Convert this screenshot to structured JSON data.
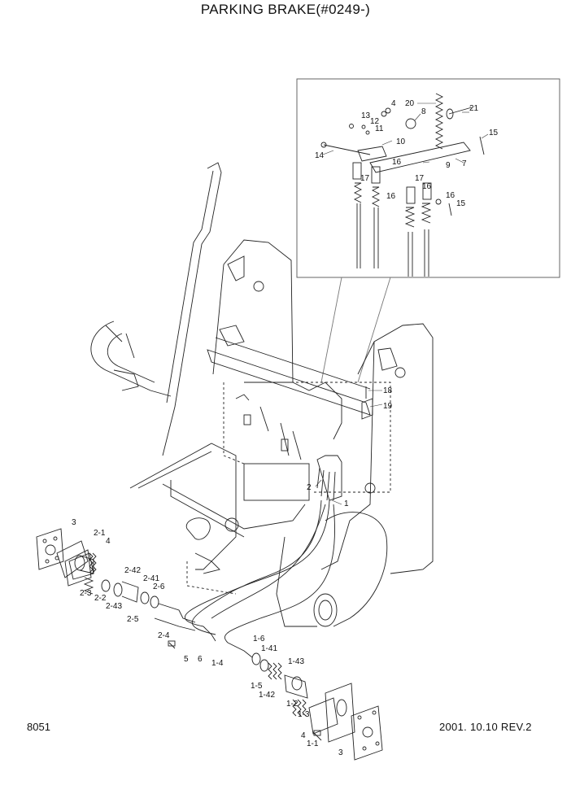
{
  "header": {
    "title": "PARKING BRAKE(#0249-)"
  },
  "footer": {
    "page_code": "8051",
    "revision": "2001. 10.10  REV.2"
  },
  "callouts": {
    "c1": "1",
    "c2": "2",
    "c3a": "3",
    "c3b": "3",
    "c4a": "4",
    "c4b": "4",
    "c4c": "4",
    "c5": "5",
    "c6": "6",
    "c7": "7",
    "c8": "8",
    "c9": "9",
    "c10": "10",
    "c11": "11",
    "c12": "12",
    "c13": "13",
    "c14": "14",
    "c15a": "15",
    "c15b": "15",
    "c16a": "16",
    "c16b": "16",
    "c16c": "16",
    "c16d": "16",
    "c17a": "17",
    "c17b": "17",
    "c18": "18",
    "c19": "19",
    "c20": "20",
    "c21": "21",
    "c1_1": "1-1",
    "c1_2": "1-2",
    "c1_3": "1-3",
    "c1_4": "1-4",
    "c1_5": "1-5",
    "c1_6": "1-6",
    "c1_41": "1-41",
    "c1_42": "1-42",
    "c1_43": "1-43",
    "c2_1": "2-1",
    "c2_2": "2-2",
    "c2_3": "2-3",
    "c2_4": "2-4",
    "c2_5": "2-5",
    "c2_6": "2-6",
    "c2_41": "2-41",
    "c2_42": "2-42",
    "c2_43": "2-43"
  }
}
